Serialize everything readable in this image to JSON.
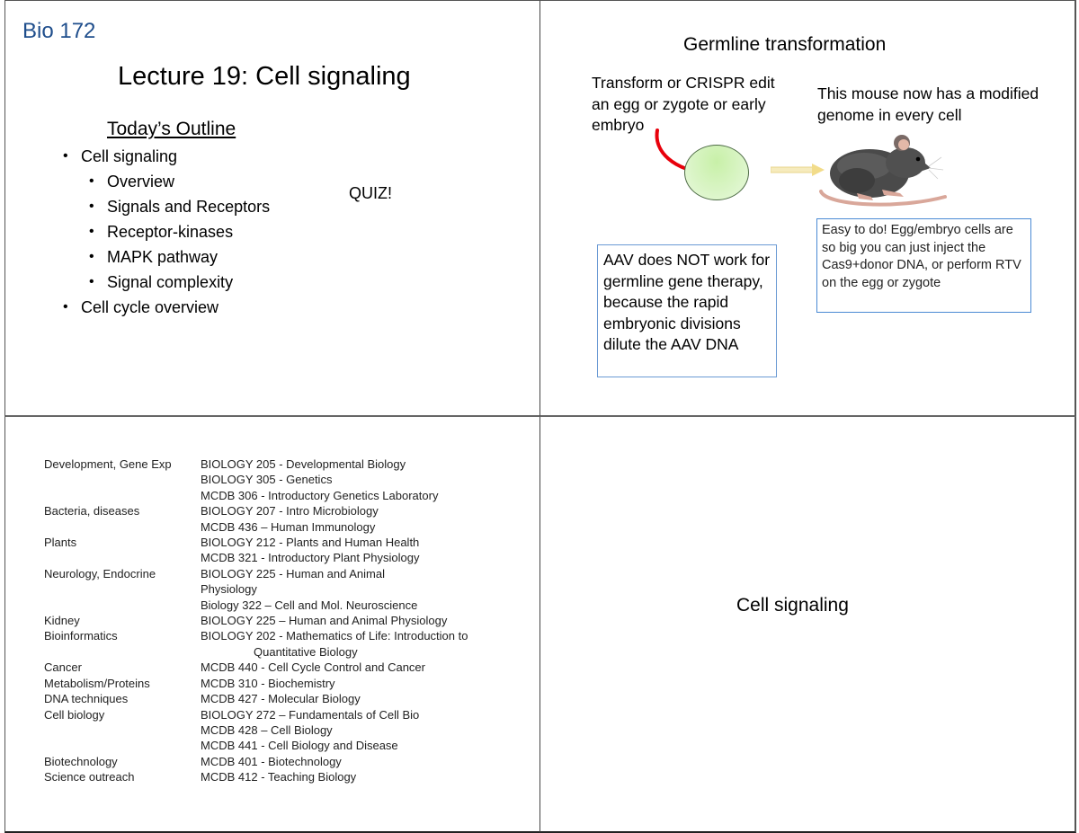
{
  "slides": {
    "slide1": {
      "course": "Bio 172",
      "title": "Lecture 19: Cell signaling",
      "outline_heading": "Today’s Outline",
      "outline": [
        {
          "label": "Cell signaling",
          "level": 1
        },
        {
          "label": "Overview",
          "level": 2
        },
        {
          "label": "Signals and Receptors",
          "level": 2
        },
        {
          "label": "Receptor-kinases",
          "level": 2
        },
        {
          "label": "MAPK pathway",
          "level": 2
        },
        {
          "label": "Signal complexity",
          "level": 2
        },
        {
          "label": "Cell cycle overview",
          "level": 1
        }
      ],
      "quiz_label": "QUIZ!"
    },
    "slide2": {
      "title": "Germline transformation",
      "transform_caption": "Transform or CRISPR edit an egg or zygote or early embryo",
      "mouse_caption": "This mouse now has a modified genome in every cell",
      "aav_note": "AAV does NOT work for germline gene therapy, because the rapid embryonic divisions dilute the AAV DNA",
      "easy_note": "Easy to do! Egg/embryo cells are so big you can just inject the Cas9+donor DNA, or perform RTV on the egg or zygote",
      "colors": {
        "egg_fill": "#d4f3bc",
        "egg_border": "#4d6b45",
        "red_arrow": "#e8000b",
        "yellow_arrow": "#f2e2a0",
        "box_border": "#5b93d6",
        "mouse_body": "#4a4a4a",
        "mouse_tail": "#d9a79a"
      }
    },
    "slide3": {
      "rows": [
        {
          "area": "Development, Gene Exp",
          "course": "BIOLOGY 205 - Developmental Biology"
        },
        {
          "area": "",
          "course": "BIOLOGY 305 - Genetics"
        },
        {
          "area": "",
          "course": "MCDB 306 - Introductory Genetics Laboratory"
        },
        {
          "area": "Bacteria, diseases",
          "course": "BIOLOGY 207 - Intro Microbiology"
        },
        {
          "area": "",
          "course": "MCDB 436 – Human Immunology"
        },
        {
          "area": "Plants",
          "course": "BIOLOGY 212 - Plants and Human Health"
        },
        {
          "area": "",
          "course": "MCDB 321 - Introductory Plant Physiology"
        },
        {
          "area": "Neurology, Endocrine",
          "course": "BIOLOGY 225 - Human and Animal"
        },
        {
          "area": "",
          "course": "Physiology"
        },
        {
          "area": "",
          "course": "Biology 322 – Cell and Mol. Neuroscience"
        },
        {
          "area": "Kidney",
          "course": "BIOLOGY 225 – Human and Animal Physiology"
        },
        {
          "area": "Bioinformatics",
          "course": "BIOLOGY 202 - Mathematics of Life: Introduction to"
        },
        {
          "area": "",
          "course": "Quantitative Biology",
          "indent": true
        },
        {
          "area": "Cancer",
          "course": "MCDB 440 - Cell Cycle Control and Cancer"
        },
        {
          "area": "Metabolism/Proteins",
          "course": "MCDB 310 - Biochemistry"
        },
        {
          "area": "DNA techniques",
          "course": "MCDB 427 - Molecular Biology"
        },
        {
          "area": "Cell biology",
          "course": "BIOLOGY 272 – Fundamentals of Cell Bio"
        },
        {
          "area": "",
          "course": "MCDB 428 – Cell Biology"
        },
        {
          "area": "",
          "course": "MCDB 441 - Cell Biology and Disease"
        },
        {
          "area": "Biotechnology",
          "course": "MCDB 401 - Biotechnology"
        },
        {
          "area": "Science outreach",
          "course": "MCDB 412 - Teaching Biology"
        }
      ]
    },
    "slide4": {
      "title": "Cell signaling"
    }
  }
}
